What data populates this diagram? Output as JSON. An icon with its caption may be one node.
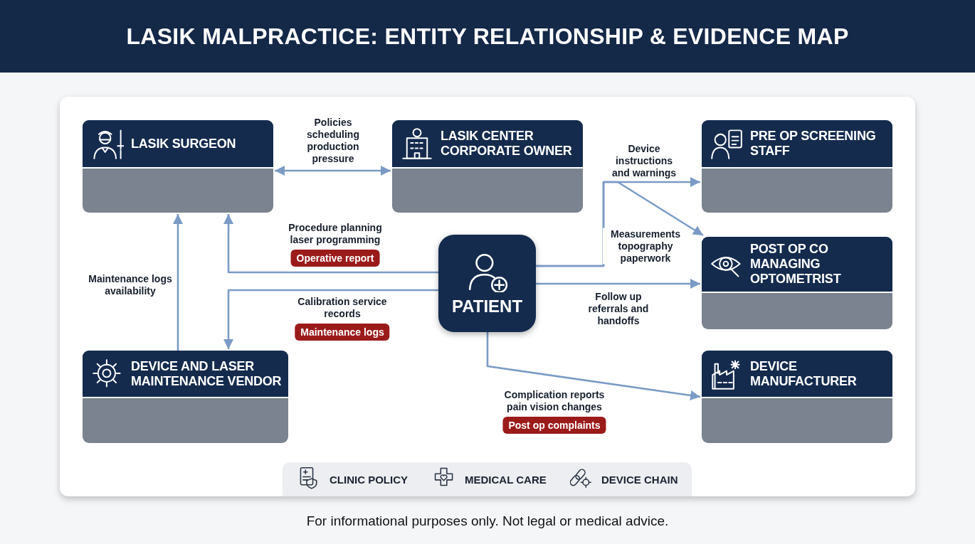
{
  "diagram": {
    "title": "LASIK MALPRACTICE: ENTITY RELATIONSHIP & EVIDENCE MAP",
    "nodes": [
      {
        "text": [
          "LASIK SURGEON"
        ]
      },
      {
        "text": [
          "LASIK CENTER CORPORATE OWNER"
        ]
      },
      {
        "text": [
          "PRE OP SCREENING STAFF"
        ]
      },
      {
        "text": [
          "POST OP CO MANAGING OPTOMETRIST"
        ]
      },
      {
        "text": [
          "PATIENT"
        ]
      },
      {
        "text": [
          "DEVICE AND LASER MAINTENANCE VENDOR"
        ]
      },
      {
        "text": [
          "DEVICE MANUFACTURER"
        ]
      }
    ],
    "edges": [
      {
        "from": 0,
        "to": 1,
        "arrow": "both",
        "label": "Policies scheduling production pressure"
      },
      {
        "from": 4,
        "to": 0,
        "arrow": "to",
        "label": "Procedure planning laser programming"
      },
      {
        "from": 4,
        "to": 5,
        "arrow": "to",
        "label": "Calibration service records"
      },
      {
        "from": 5,
        "to": 0,
        "arrow": "to",
        "label": "Maintenance logs availability"
      },
      {
        "from": 4,
        "to": 2,
        "arrow": "to",
        "label": "Device instructions and warnings"
      },
      {
        "from": 4,
        "to": 3,
        "arrow": "to",
        "label": "Measurements topography paperwork"
      },
      {
        "from": 4,
        "to": 3,
        "arrow": "to",
        "label": "Follow up referrals and handoffs"
      },
      {
        "from": 4,
        "to": 6,
        "arrow": "to",
        "label": "Complication reports pain vision changes"
      }
    ],
    "labels": [
      "Operative report",
      "Maintenance logs",
      "Post op complaints",
      "For informational purposes only. Not legal or medical advice."
    ],
    "legend": [
      {
        "text": "CLINIC POLICY"
      },
      {
        "text": "MEDICAL CARE"
      },
      {
        "text": "DEVICE CHAIN"
      }
    ]
  }
}
